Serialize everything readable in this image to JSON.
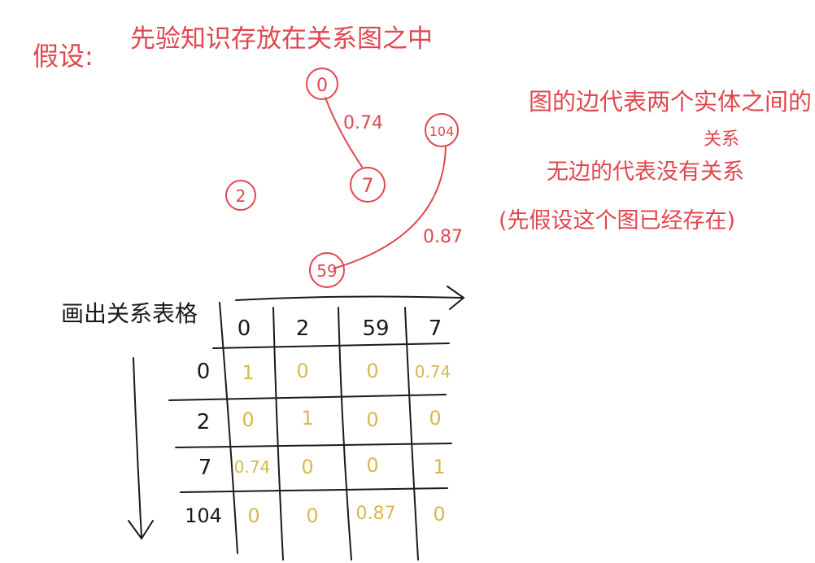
{
  "assumption": {
    "label": "假设:",
    "text": "先验知识存放在关系图之中"
  },
  "notes": {
    "line1": "图的边代表两个实体之间的",
    "line2": "关系",
    "line3": "无边的代表没有关系",
    "line4": "(先假设这个图已经存在)"
  },
  "graph": {
    "nodes": [
      {
        "id": "0",
        "label": "0"
      },
      {
        "id": "7",
        "label": "7"
      },
      {
        "id": "2",
        "label": "2"
      },
      {
        "id": "104",
        "label": "104"
      },
      {
        "id": "59",
        "label": "59"
      }
    ],
    "edges": [
      {
        "from": "0",
        "to": "7",
        "weight": "0.74"
      },
      {
        "from": "104",
        "to": "59",
        "weight": "0.87"
      }
    ]
  },
  "table": {
    "title": "画出关系表格",
    "columns": [
      "0",
      "2",
      "59",
      "7"
    ],
    "rows": [
      {
        "header": "0",
        "cells": [
          "1",
          "0",
          "0",
          "0.74"
        ]
      },
      {
        "header": "2",
        "cells": [
          "0",
          "1",
          "0",
          "0"
        ]
      },
      {
        "header": "7",
        "cells": [
          "0.74",
          "0",
          "0",
          "1"
        ]
      },
      {
        "header": "104",
        "cells": [
          "0",
          "0",
          "0.87",
          "0"
        ]
      }
    ]
  },
  "colors": {
    "red_ink": "#e0474f",
    "black_ink": "#1a1a1a",
    "yellow_ink": "#d8b84e",
    "paper": "#ffffff"
  }
}
